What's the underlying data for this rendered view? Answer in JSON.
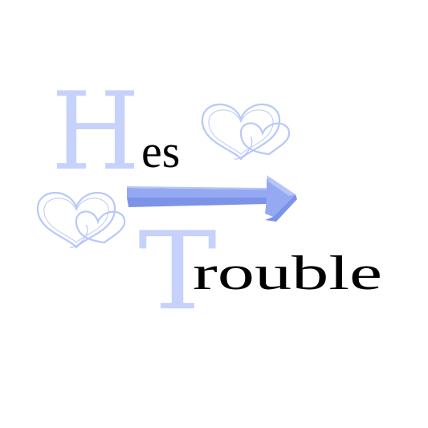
{
  "logo": {
    "word1": {
      "initial": "H",
      "rest": "es"
    },
    "word2": {
      "initial": "T",
      "rest": "rouble"
    }
  },
  "colors": {
    "background": "#ffffff",
    "accent": "#c6d2fb",
    "heart_stroke": "#b9c8fa",
    "arrow_fill": "#95a9f2",
    "arrow_shadow": "#7c93e8",
    "arrow_light": "#b5c5f8",
    "ink": "#000000"
  },
  "icons": [
    "heart-pair-icon",
    "arrow-right-icon"
  ]
}
